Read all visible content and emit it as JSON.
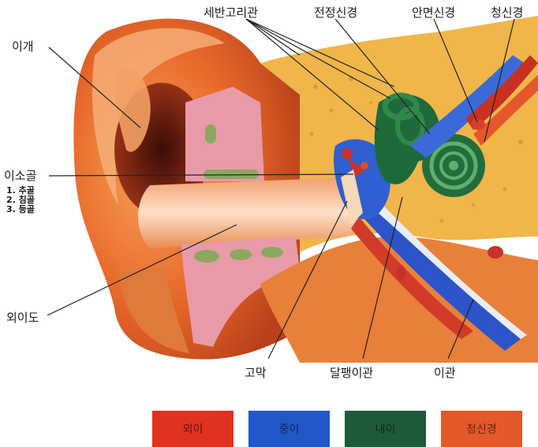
{
  "labels": {
    "pinna": "이개",
    "ossicles": "이소골",
    "ossicle_list": [
      "1. 추골",
      "2. 침골",
      "3. 등골"
    ],
    "ear_canal": "외이도",
    "semicircular": "세반고리관",
    "vestibular_nerve": "전정신경",
    "facial_nerve": "안면신경",
    "auditory_nerve": "청신경",
    "eardrum": "고막",
    "eustachian": "달팽이관",
    "ear_tube": "이관"
  },
  "legend": [
    {
      "label": "외이",
      "color": "#e0321e"
    },
    {
      "label": "중이",
      "color": "#2257c8"
    },
    {
      "label": "내이",
      "color": "#1f5a38"
    },
    {
      "label": "청신경",
      "color": "#e4582a"
    }
  ]
}
